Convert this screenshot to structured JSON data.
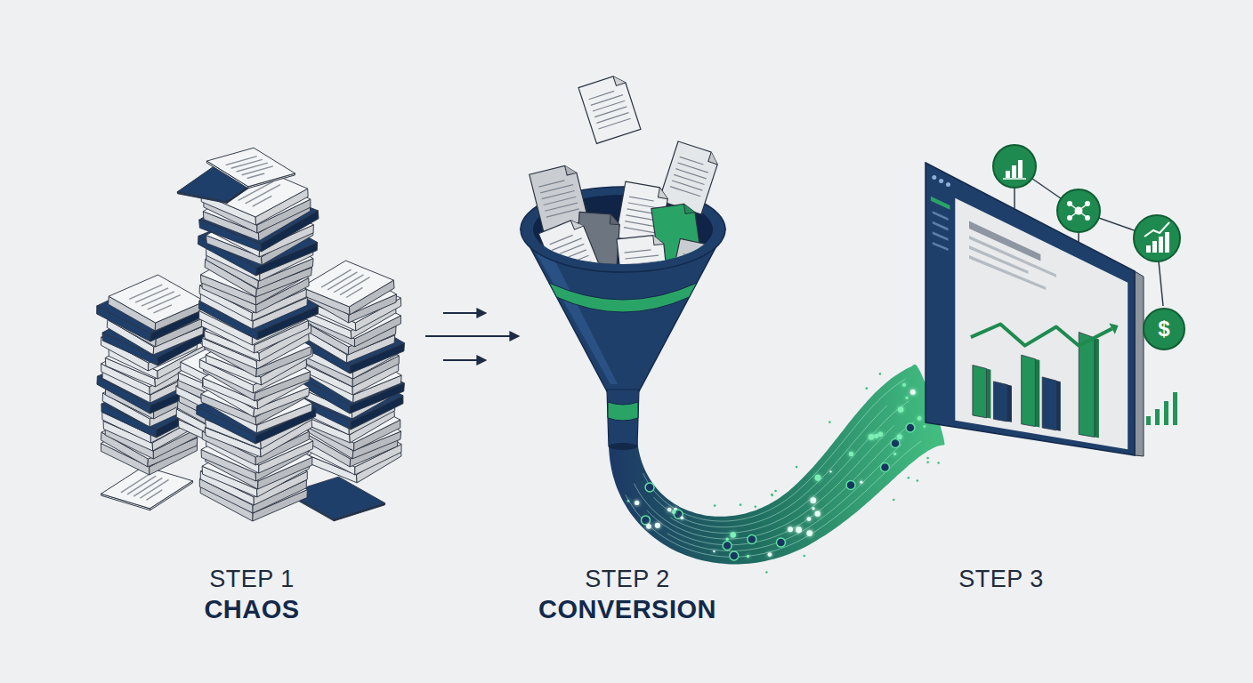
{
  "diagram": {
    "nodes": [
      {
        "text": [
          "$"
        ]
      }
    ],
    "labels": [
      "STEP 1",
      "CHAOS",
      "STEP 2",
      "CONVERSION",
      "STEP 3"
    ]
  }
}
